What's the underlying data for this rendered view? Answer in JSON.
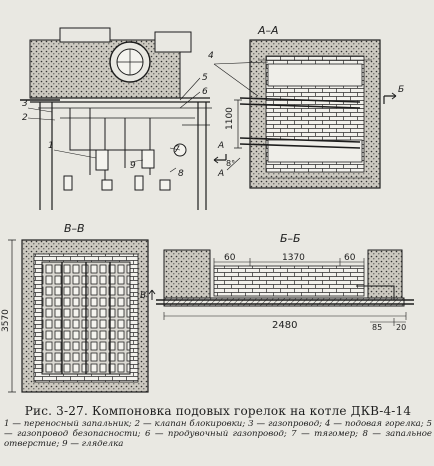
{
  "figure": {
    "caption_title": "Рис. 3-27. Компоновка подовых горелок на котле ДКВ-4-14",
    "legend": "1 — переносный запальник; 2 — клапан блокировки; 3 — газопровод; 4 — подовая горелка; 5 — газопровод безопасности; 6 — продувочный газопровод; 7 — тягомер; 8 — запальное отверстие; 9 — глядělka"
  },
  "views": {
    "section_aa": "А–А",
    "section_vv": "В–В",
    "section_bb": "Б–Б",
    "marker_a": "А",
    "marker_b": "Б",
    "marker_v": "В"
  },
  "callouts": [
    "1",
    "2",
    "3",
    "4",
    "5",
    "6",
    "7",
    "8",
    "9"
  ],
  "dimensions": {
    "height_aa": "1100",
    "angle_aa": "8°",
    "height_vv": "3570",
    "bb_left": "60",
    "bb_mid": "1370",
    "bb_right": "60",
    "bb_total": "2480",
    "bb_gap": "85",
    "bb_end": "20"
  }
}
